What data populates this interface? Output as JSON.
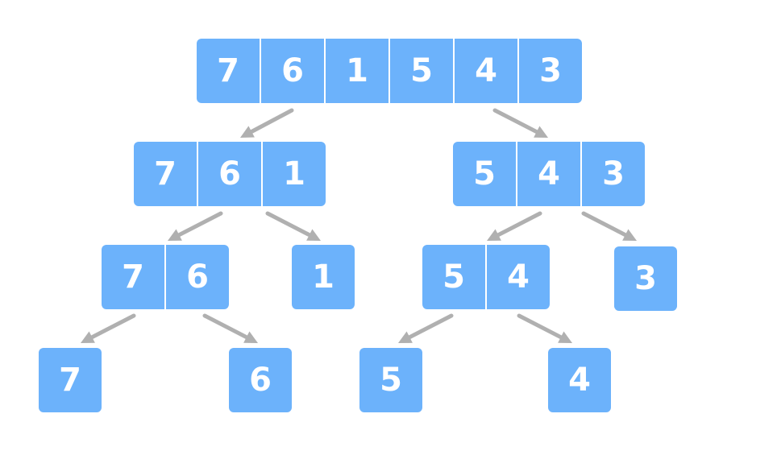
{
  "levels": [
    [
      [
        "7",
        "6",
        "1",
        "5",
        "4",
        "3"
      ]
    ],
    [
      [
        "7",
        "6",
        "1"
      ],
      [
        "5",
        "4",
        "3"
      ]
    ],
    [
      [
        "7",
        "6"
      ],
      [
        "1"
      ],
      [
        "5",
        "4"
      ],
      [
        "3"
      ]
    ],
    [
      [
        "7"
      ],
      [
        "6"
      ],
      [
        "5"
      ],
      [
        "4"
      ]
    ]
  ],
  "colors": {
    "cell": "#6cb2fb",
    "text": "#ffffff",
    "arrow": "#b0b0b0"
  }
}
